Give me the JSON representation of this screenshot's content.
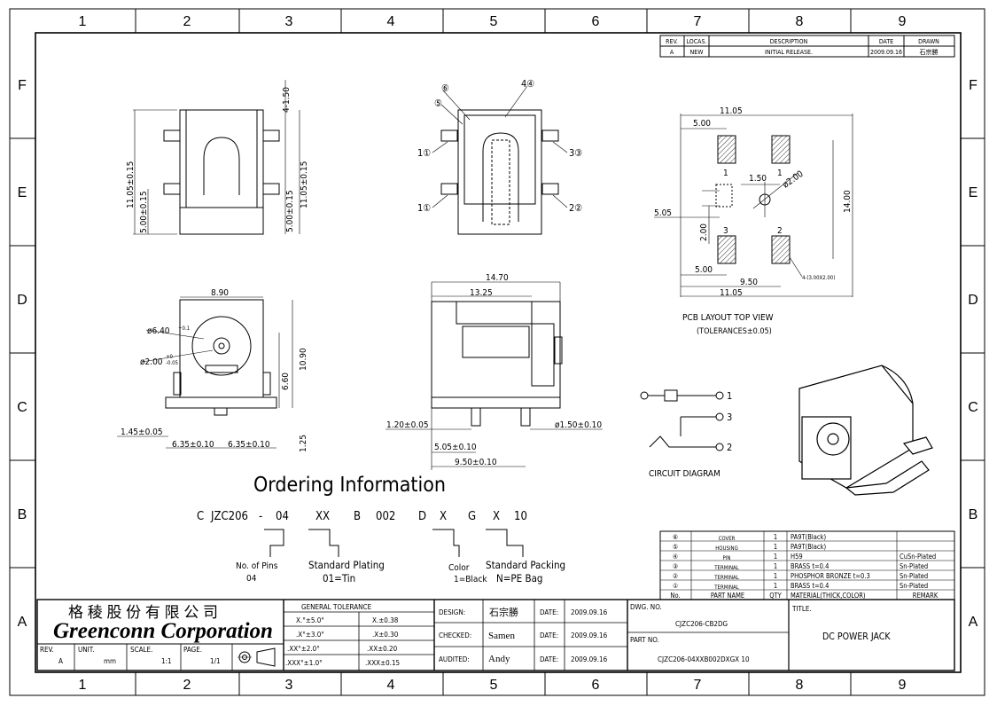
{
  "frame": {
    "columns": [
      "1",
      "2",
      "3",
      "4",
      "5",
      "6",
      "7",
      "8",
      "9"
    ],
    "rows": [
      "F",
      "E",
      "D",
      "C",
      "B",
      "A"
    ]
  },
  "revision": {
    "headers": [
      "REV.",
      "LOCAS.",
      "DESCRIPTION",
      "DATE",
      "DRAWN"
    ],
    "row": [
      "A",
      "NEW",
      "INITIAL RELEASE.",
      "2009.09.16",
      "石宗勝"
    ]
  },
  "views": {
    "front_dims": [
      "4-1.50",
      "11.05±0.15",
      "5.00±0.15",
      "5.00±0.15",
      "11.05±0.15"
    ],
    "pin_view_callouts": [
      "⑥",
      "⑤",
      "4④",
      "1①",
      "1①",
      "3③",
      "2②"
    ],
    "pcb_dims": [
      "11.05",
      "5.00",
      "1.50",
      "ø2.00",
      "5.05",
      "14.00",
      "2.00",
      "5.00",
      "9.50",
      "11.05",
      "4-(3.00X2.00)"
    ],
    "pcb_pads": [
      "1",
      "1",
      "3",
      "2"
    ],
    "pcb_caption": "PCB LAYOUT TOP VIEW",
    "pcb_tolerance": "(TOLERANCES±0.05)",
    "end_dims": [
      "8.90",
      "ø6.40",
      "+0.1",
      "ø2.00",
      "+0",
      "-0.05",
      "10.90",
      "6.60",
      "1.45±0.05",
      "6.35±0.10",
      "6.35±0.10",
      "1.25"
    ],
    "side_dims": [
      "14.70",
      "13.25",
      "1.20±0.05",
      "ø1.50±0.10",
      "5.05±0.10",
      "9.50±0.10"
    ],
    "circuit_pins": [
      "1",
      "3",
      "2"
    ],
    "circuit_caption": "CIRCUIT DIAGRAM"
  },
  "ordering": {
    "title": "Ordering Information",
    "code": [
      "C",
      "JZC206",
      "-",
      "04",
      "XX",
      "B",
      "002",
      "D",
      "X",
      "G",
      "X",
      "10"
    ],
    "pins_label": "No. of Pins",
    "pins_value": "04",
    "plating_label": "Standard Plating",
    "plating_value": "01=Tin",
    "color_label": "Color",
    "color_value": "1=Black",
    "packing_label": "Standard Packing",
    "packing_value": "N=PE Bag"
  },
  "bom": {
    "rows": [
      [
        "⑥",
        "COVER",
        "1",
        "PA9T(Black)",
        ""
      ],
      [
        "⑤",
        "HOUSING",
        "1",
        "PA9T(Black)",
        ""
      ],
      [
        "④",
        "PIN",
        "1",
        "H59",
        "CuSn-Plated"
      ],
      [
        "③",
        "TERMINAL",
        "1",
        "BRASS  t=0.4",
        "Sn-Plated"
      ],
      [
        "②",
        "TERMINAL",
        "1",
        "PHOSPHOR BRONZE   t=0.3",
        "Sn-Plated"
      ],
      [
        "①",
        "TERMINAL",
        "1",
        "BRASS  t=0.4",
        "Sn-Plated"
      ]
    ],
    "header": [
      "No.",
      "PART  NAME",
      "QTY",
      "MATERIAL(THICK,COLOR)",
      "REMARK"
    ]
  },
  "title_block": {
    "company_cn": "格 稜 股 份 有 限 公 司",
    "company_en": "Greenconn Corporation",
    "rev_label": "REV.",
    "rev_value": "A",
    "unit_label": "UNIT.",
    "unit_value": "mm",
    "scale_label": "SCALE.",
    "scale_value": "1:1",
    "page_label": "PAGE.",
    "page_value": "1/1",
    "tolerance_title": "GENERAL TOLERANCE",
    "tolerances": [
      [
        "X.°±5.0°",
        "X.±0.38"
      ],
      [
        ".X°±3.0°",
        ".X±0.30"
      ],
      [
        ".XX°±2.0°",
        ".XX±0.20"
      ],
      [
        ".XXX°±1.0°",
        ".XXX±0.15"
      ]
    ],
    "design_label": "DESIGN:",
    "design_value": "石宗勝",
    "checked_label": "CHECKED:",
    "checked_value": "Samen",
    "audited_label": "AUDITED:",
    "audited_value": "Andy",
    "date_label": "DATE:",
    "dates": [
      "2009.09.16",
      "2009.09.16",
      "2009.09.16"
    ],
    "dwg_label": "DWG. NO.",
    "dwg_value": "CJZC206-CB2DG",
    "part_label": "PART NO.",
    "part_value": "CJZC206-04XXB002DXGX 10",
    "title_label": "TITLE.",
    "title_value": "DC POWER JACK"
  }
}
